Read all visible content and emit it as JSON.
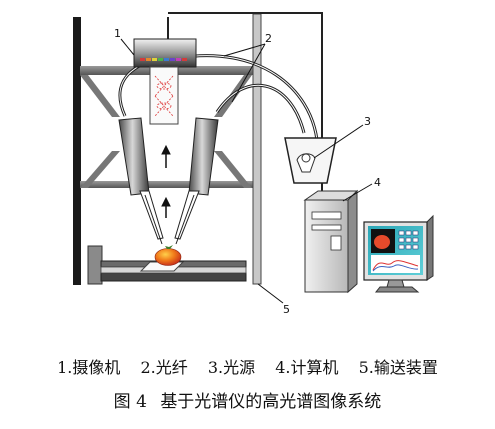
{
  "callouts": [
    "1",
    "2",
    "3",
    "4",
    "5"
  ],
  "legend": [
    "1.摄像机",
    "2.光纤",
    "3.光源",
    "4.计算机",
    "5.输送装置"
  ],
  "caption": {
    "number": "图 4",
    "title": "基于光谱仪的高光谱图像系统"
  },
  "colors": {
    "frame_post": "#1a1a1a",
    "frame_shelf": "#808080",
    "light_column": "#c8c8c8",
    "monitor_screen": "#39a9b5",
    "tomato": "#e64a2b"
  }
}
